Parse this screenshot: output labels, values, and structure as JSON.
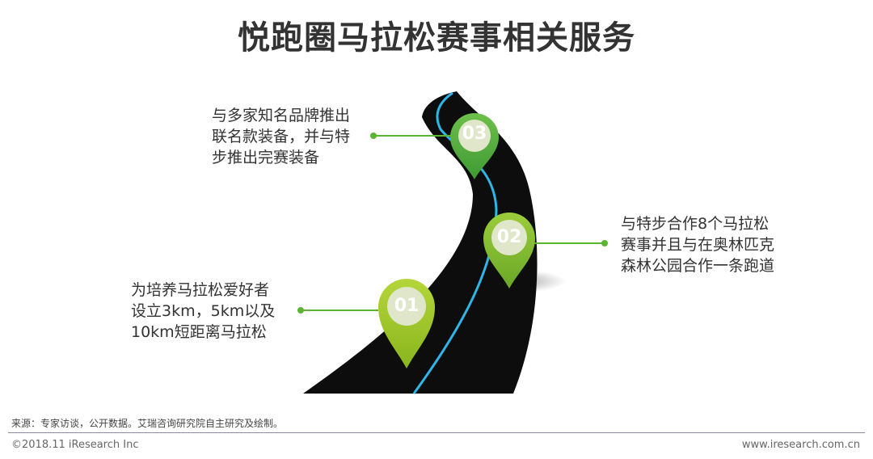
{
  "title": "悦跑圈马拉松赛事相关服务",
  "milestones": [
    {
      "number": "01",
      "text": "为培养马拉松爱好者\n设立3km，5km以及\n10km短距离马拉松",
      "color": "#9bc424"
    },
    {
      "number": "02",
      "text": "与特步合作8个马拉松\n赛事并且与在奥林匹克\n森林公园合作一条跑道",
      "color": "#7cb82f"
    },
    {
      "number": "03",
      "text": "与多家知名品牌推出\n联名款装备，并与特\n步推出完赛装备",
      "color": "#4aa83c"
    }
  ],
  "colors": {
    "road": "#0d0d0d",
    "lane": "#2fb5e8",
    "connector": "#5cb531"
  },
  "source": "来源：专家访谈，公开数据。艾瑞咨询研究院自主研究及绘制。",
  "footer": {
    "copyright": "©2018.11 iResearch Inc",
    "website": "www.iresearch.com.cn"
  }
}
